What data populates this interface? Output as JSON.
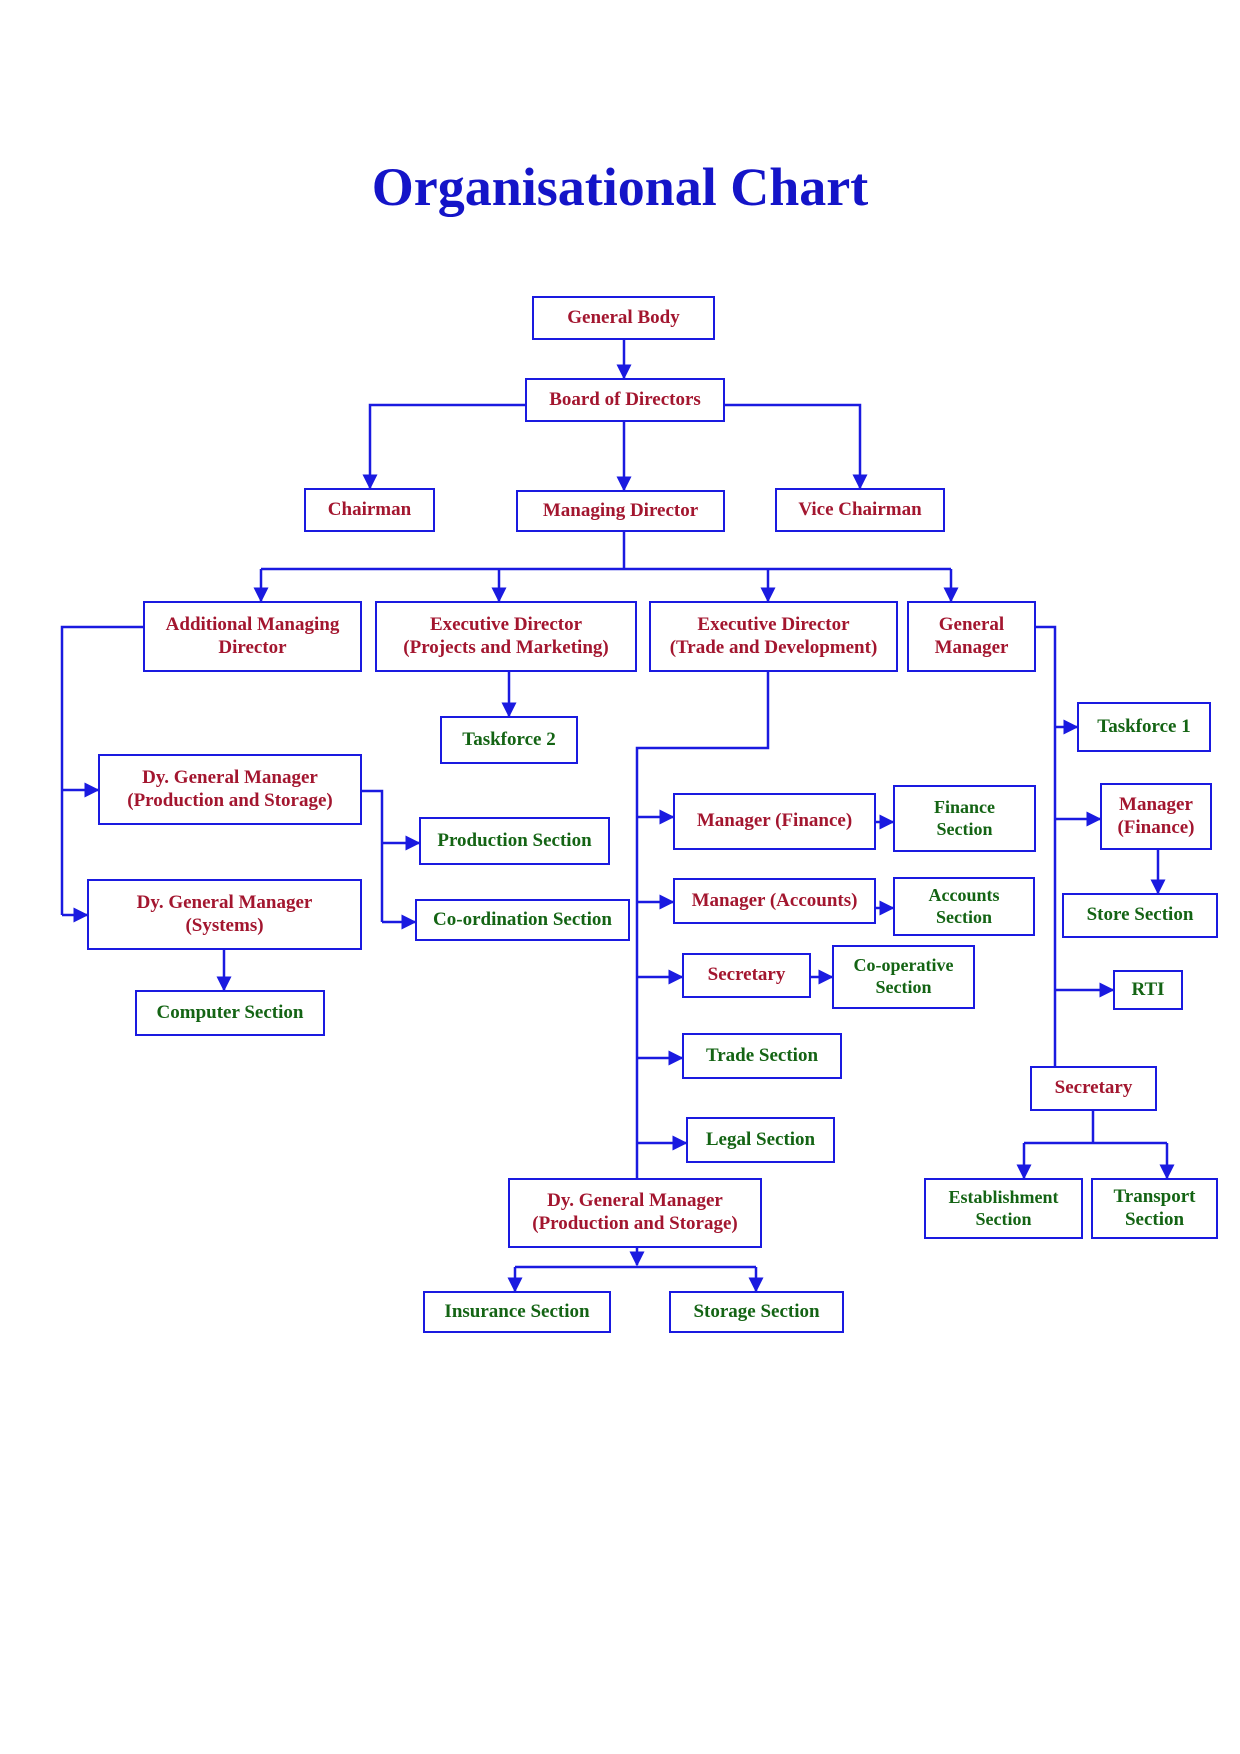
{
  "title": "Organisational Chart",
  "colors": {
    "line": "#1a1ae0",
    "title": "#1414c8",
    "position": "#a3162f",
    "section": "#146414"
  },
  "nodes": {
    "general_body": "General Body",
    "board_of_directors": "Board of Directors",
    "chairman": "Chairman",
    "managing_director": "Managing Director",
    "vice_chairman": "Vice Chairman",
    "additional_md": "Additional Managing\nDirector",
    "ed_projects": "Executive Director\n(Projects and Marketing)",
    "ed_trade": "Executive Director\n(Trade and Development)",
    "general_manager": "General\nManager",
    "taskforce_2": "Taskforce 2",
    "taskforce_1": "Taskforce 1",
    "dgm_production_left": "Dy. General Manager\n(Production and Storage)",
    "dgm_systems": "Dy. General Manager\n(Systems)",
    "computer_section": "Computer Section",
    "production_section": "Production Section",
    "coordination_section": "Co-ordination Section",
    "manager_finance": "Manager (Finance)",
    "finance_section": "Finance\nSection",
    "manager_accounts": "Manager (Accounts)",
    "accounts_section": "Accounts\nSection",
    "secretary_center": "Secretary",
    "cooperative_section": "Co-operative\nSection",
    "trade_section": "Trade Section",
    "legal_section": "Legal Section",
    "dgm_production_center": "Dy. General Manager\n(Production and Storage)",
    "insurance_section": "Insurance Section",
    "storage_section": "Storage Section",
    "gm_manager_finance": "Manager\n(Finance)",
    "store_section": "Store Section",
    "rti": "RTI",
    "secretary_right": "Secretary",
    "establishment_section": "Establishment\nSection",
    "transport_section": "Transport\nSection"
  }
}
